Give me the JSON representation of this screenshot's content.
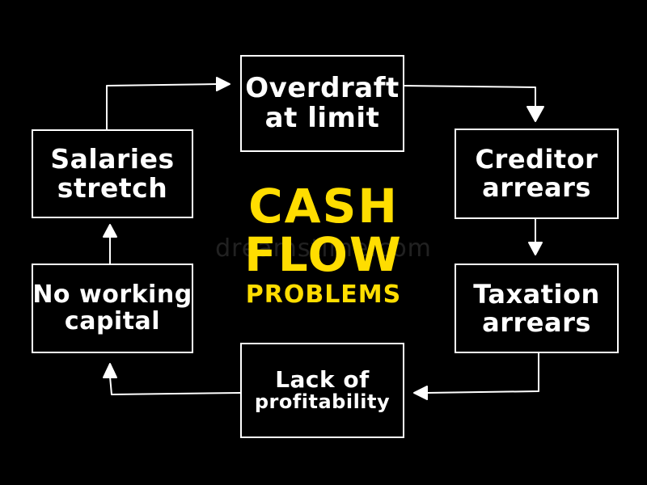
{
  "diagram": {
    "title": {
      "line1": "CASH",
      "line2": "FLOW",
      "line3": "PROBLEMS"
    },
    "watermark": "dreamstime.com",
    "nodes": {
      "overdraft": {
        "line1": "Overdraft",
        "line2": "at limit"
      },
      "creditor": {
        "line1": "Creditor",
        "line2": "arrears"
      },
      "taxation": {
        "line1": "Taxation",
        "line2": "arrears"
      },
      "lack": {
        "line1": "Lack of",
        "line2": "profitability"
      },
      "no_working": {
        "line1": "No working",
        "line2": "capital"
      },
      "salaries": {
        "line1": "Salaries",
        "line2": "stretch"
      }
    },
    "edges": [
      {
        "from": "overdraft",
        "to": "creditor"
      },
      {
        "from": "creditor",
        "to": "taxation"
      },
      {
        "from": "taxation",
        "to": "lack"
      },
      {
        "from": "lack",
        "to": "no_working"
      },
      {
        "from": "no_working",
        "to": "salaries"
      },
      {
        "from": "salaries",
        "to": "overdraft"
      }
    ],
    "colors": {
      "background": "#000000",
      "box_stroke": "#ffffff",
      "box_text": "#ffffff",
      "title_text": "#ffdd00"
    }
  }
}
